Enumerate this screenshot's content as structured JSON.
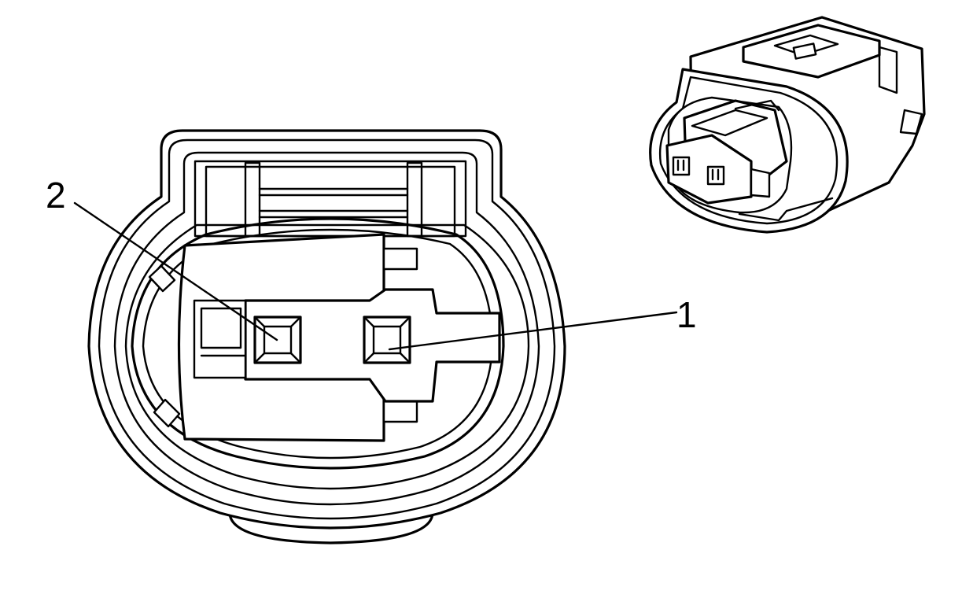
{
  "diagram": {
    "callouts": [
      {
        "id": "1",
        "text": "1"
      },
      {
        "id": "2",
        "text": "2"
      }
    ]
  },
  "colors": {
    "line": "#000000",
    "background": "#ffffff"
  }
}
